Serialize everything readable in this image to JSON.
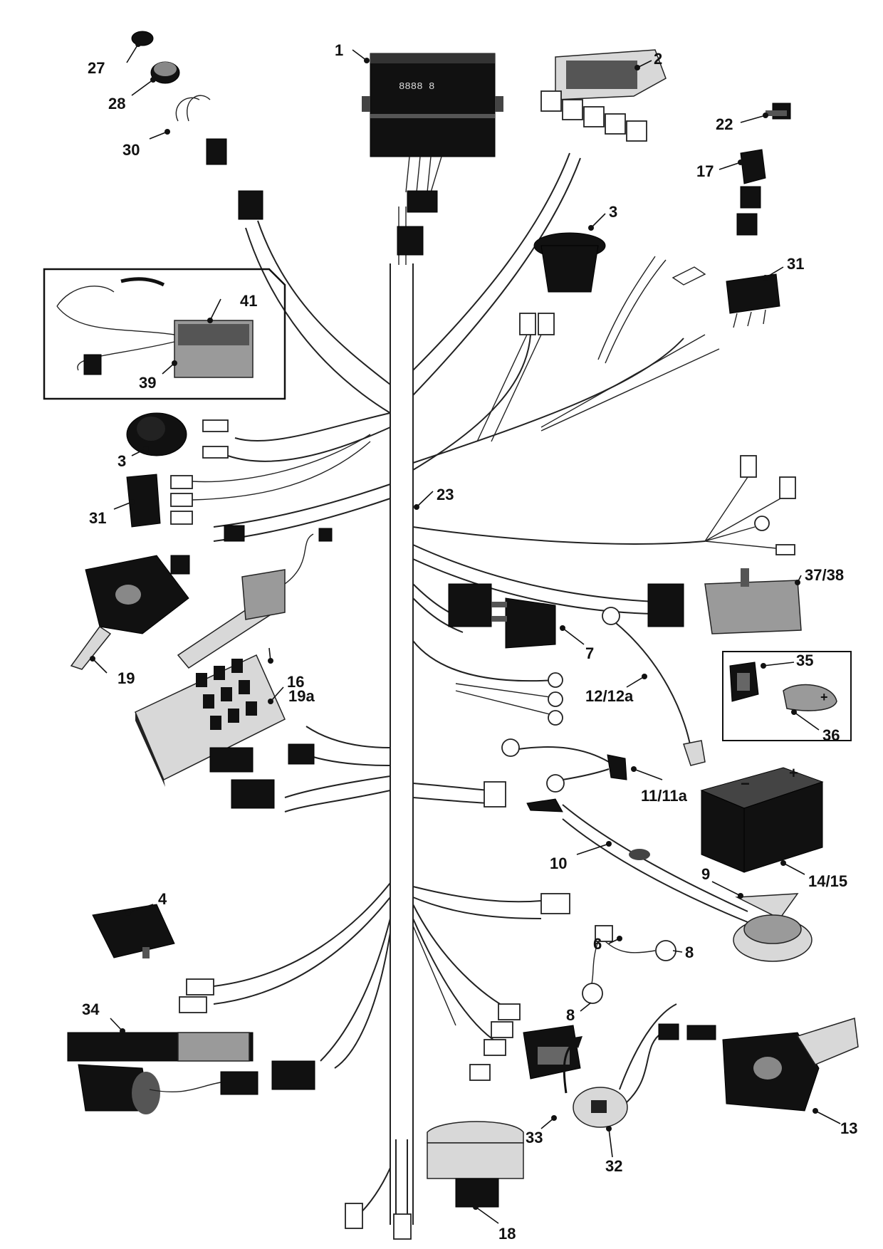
{
  "callouts": {
    "c1": "1",
    "c2": "2",
    "c3a": "3",
    "c3b": "3",
    "c4": "4",
    "c6": "6",
    "c7": "7",
    "c8a": "8",
    "c8b": "8",
    "c9": "9",
    "c10": "10",
    "c11": "11/11a",
    "c12": "12/12a",
    "c13": "13",
    "c14": "14/15",
    "c16": "16",
    "c17": "17",
    "c18": "18",
    "c19": "19",
    "c19a": "19a",
    "c22": "22",
    "c23": "23",
    "c27": "27",
    "c28": "28",
    "c30": "30",
    "c31a": "31",
    "c31b": "31",
    "c32": "32",
    "c33": "33",
    "c34": "34",
    "c35": "35",
    "c36": "36",
    "c37": "37/38",
    "c39": "39",
    "c41": "41"
  },
  "display_digits": "8888  8",
  "battery_terminals": {
    "neg": "−",
    "pos": "+"
  }
}
